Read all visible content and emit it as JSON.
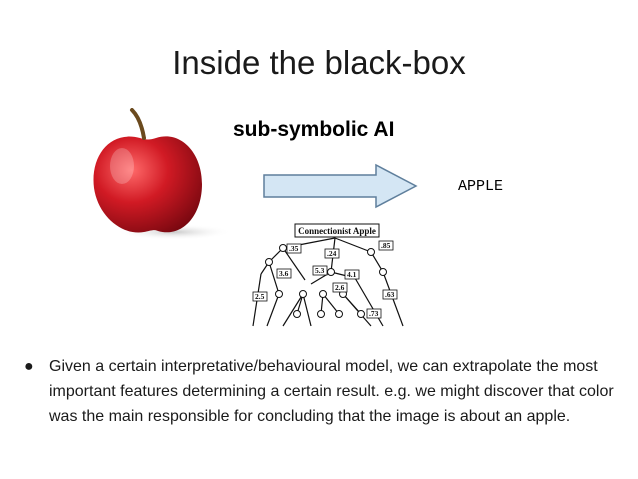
{
  "slide": {
    "title": "Inside the black-box",
    "subtitle": "sub-symbolic AI",
    "output_label": "APPLE"
  },
  "diagram": {
    "network_title": "Connectionist Apple",
    "weights": [
      ".35",
      ".24",
      ".85",
      "3.6",
      "5.3",
      "4.1",
      "2.6",
      "2.5",
      ".63",
      ".73"
    ]
  },
  "colors": {
    "arrow_fill": "#d4e6f4",
    "arrow_stroke": "#5f7f9c",
    "apple_red": "#c0111e"
  },
  "bullets": [
    {
      "symbol": "●",
      "text": "Given a certain interpretative/behavioural model, we can extrapolate the most important features determining a certain result. e.g. we might discover that color was the main responsible for concluding that the image is about an apple."
    }
  ]
}
